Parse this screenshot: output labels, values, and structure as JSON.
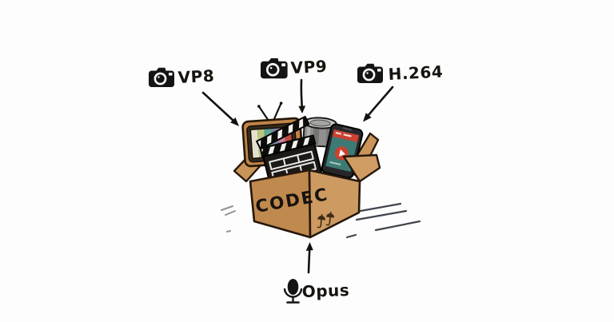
{
  "scene": {
    "background_color": "#fdfdfd",
    "description": "Hand-drawn illustration: media codecs being packed into a cardboard box labeled CODEC"
  },
  "codecs": {
    "vp8": {
      "label": "VP8",
      "icon": "camera-icon",
      "arrow": "points down-right into box"
    },
    "vp9": {
      "label": "VP9",
      "icon": "camera-icon",
      "arrow": "points straight down into box"
    },
    "h264": {
      "label": "H.264",
      "icon": "camera-icon",
      "arrow": "points down-left into box"
    },
    "opus": {
      "label": "Opus",
      "icon": "microphone-icon",
      "arrow": "points up into box from below"
    }
  },
  "box": {
    "label": "CODEC",
    "label_color": "#5d3e1e",
    "face_colors": {
      "left": "#c0894d",
      "right": "#cd9a62",
      "flap": "#c9955a",
      "front_flap": "#cf9c64",
      "interior": "#6e4e2d"
    },
    "outline_color": "#26180c",
    "shipping_marks": "umbrella-icon x2"
  },
  "items": {
    "tv": {
      "name": "retro-tv-color-bars",
      "case_color": "#c08448",
      "bar_colors": [
        "#e6e1cf",
        "#b9c77b",
        "#5ea794",
        "#7a86a5",
        "#c67e9e",
        "#bf4a3c"
      ]
    },
    "canister": {
      "name": "film-canister",
      "body_color": "#90908e",
      "lid_color": "#c9c8c4"
    },
    "clapperboard": {
      "name": "clapperboard",
      "body_color": "#1c1916"
    },
    "phone": {
      "name": "smartphone-video-player",
      "screen_color": "#3d7a73",
      "accent_color": "#cc4131"
    }
  }
}
